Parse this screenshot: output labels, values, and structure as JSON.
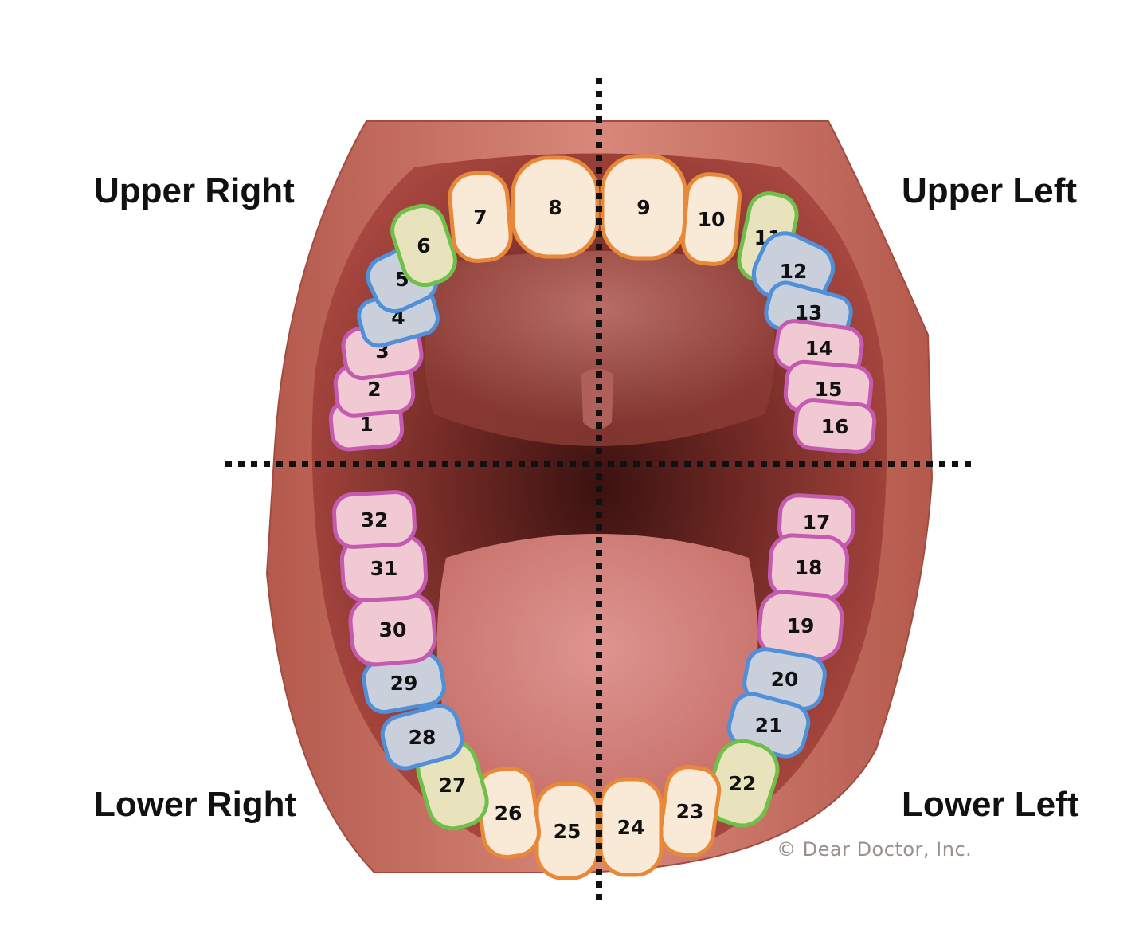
{
  "quadrants": {
    "upper_right": "Upper Right",
    "upper_left": "Upper Left",
    "lower_right": "Lower Right",
    "lower_left": "Lower Left"
  },
  "copyright": "© Dear Doctor, Inc.",
  "colors": {
    "incisor_outline": "#e8893a",
    "canine_outline": "#6fbf4a",
    "premolar_outline": "#4f90d8",
    "molar_outline": "#c55bb0",
    "incisor_fill": "#f8ead6",
    "canine_fill": "#e9e3bd",
    "premolar_fill": "#c9d0dc",
    "molar_fill": "#f0c9d2",
    "lips": "#c0675a",
    "mouth_interior": "#7a2f2b",
    "tongue": "#d98a86",
    "midline": "#111111"
  },
  "teeth": [
    {
      "n": "1",
      "type": "molar"
    },
    {
      "n": "2",
      "type": "molar"
    },
    {
      "n": "3",
      "type": "molar"
    },
    {
      "n": "4",
      "type": "premolar"
    },
    {
      "n": "5",
      "type": "premolar"
    },
    {
      "n": "6",
      "type": "canine"
    },
    {
      "n": "7",
      "type": "incisor"
    },
    {
      "n": "8",
      "type": "incisor"
    },
    {
      "n": "9",
      "type": "incisor"
    },
    {
      "n": "10",
      "type": "incisor"
    },
    {
      "n": "11",
      "type": "canine"
    },
    {
      "n": "12",
      "type": "premolar"
    },
    {
      "n": "13",
      "type": "premolar"
    },
    {
      "n": "14",
      "type": "molar"
    },
    {
      "n": "15",
      "type": "molar"
    },
    {
      "n": "16",
      "type": "molar"
    },
    {
      "n": "17",
      "type": "molar"
    },
    {
      "n": "18",
      "type": "molar"
    },
    {
      "n": "19",
      "type": "molar"
    },
    {
      "n": "20",
      "type": "premolar"
    },
    {
      "n": "21",
      "type": "premolar"
    },
    {
      "n": "22",
      "type": "canine"
    },
    {
      "n": "23",
      "type": "incisor"
    },
    {
      "n": "24",
      "type": "incisor"
    },
    {
      "n": "25",
      "type": "incisor"
    },
    {
      "n": "26",
      "type": "incisor"
    },
    {
      "n": "27",
      "type": "canine"
    },
    {
      "n": "28",
      "type": "premolar"
    },
    {
      "n": "29",
      "type": "premolar"
    },
    {
      "n": "30",
      "type": "molar"
    },
    {
      "n": "31",
      "type": "molar"
    },
    {
      "n": "32",
      "type": "molar"
    }
  ]
}
